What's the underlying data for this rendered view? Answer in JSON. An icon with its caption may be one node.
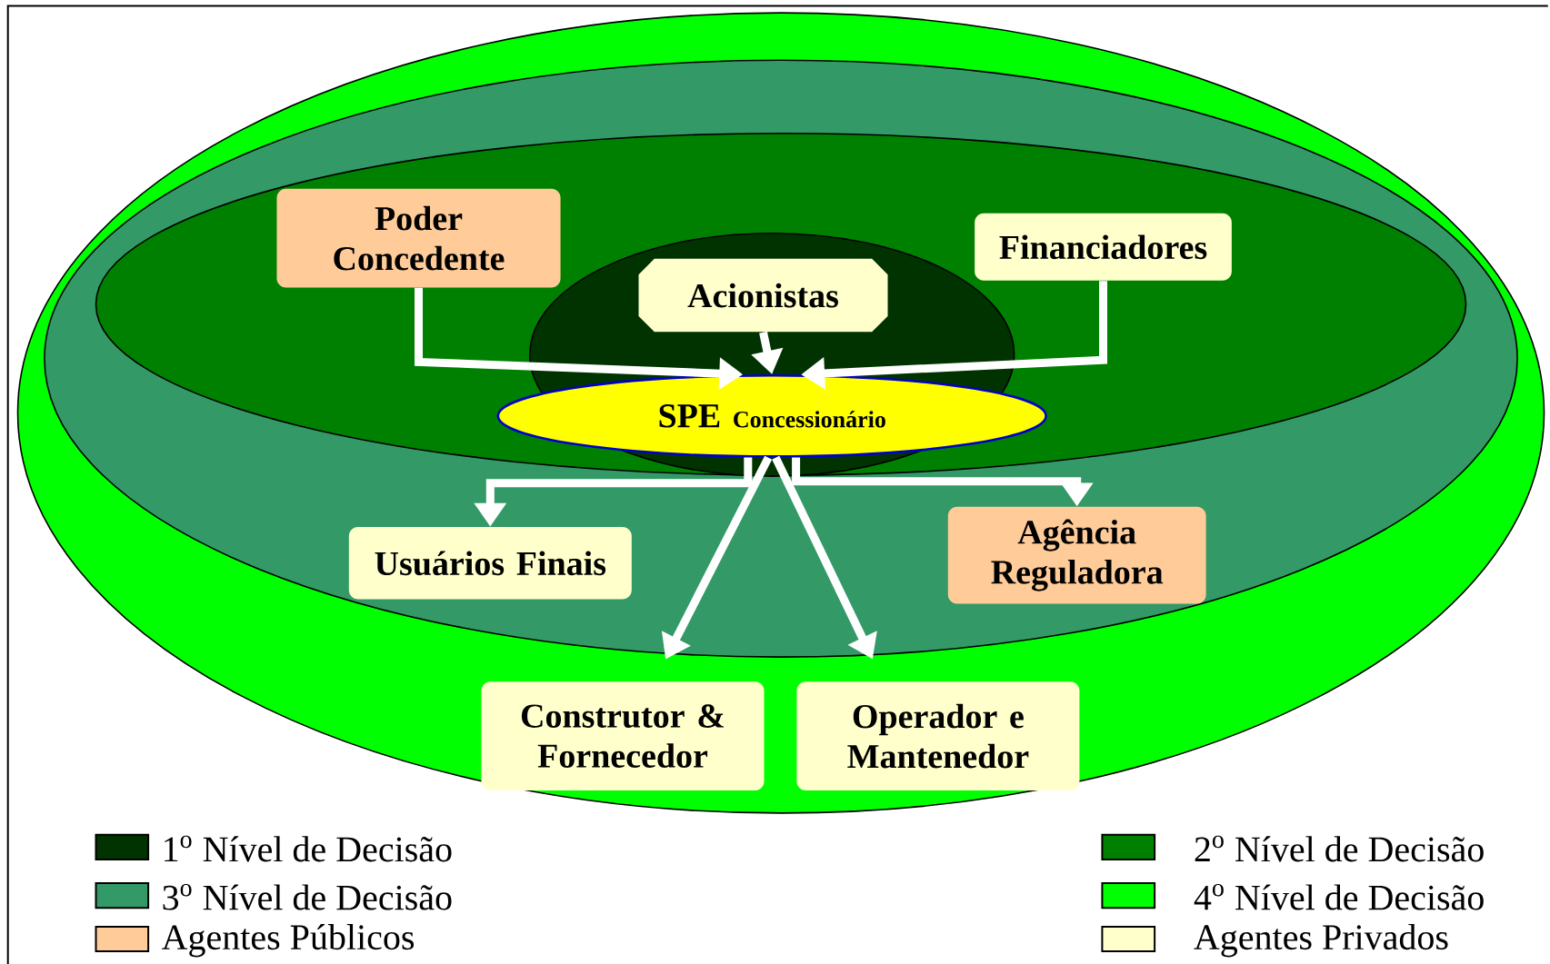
{
  "diagram": {
    "nodes": [
      {
        "text": [
          "Poder Concedente"
        ]
      },
      {
        "text": [
          "Acionistas"
        ]
      },
      {
        "text": [
          "Financiadores"
        ]
      },
      {
        "text": [
          "SPE",
          "Concessionário"
        ]
      },
      {
        "text": [
          "Usuários Finais"
        ]
      },
      {
        "text": [
          "Agência Reguladora"
        ]
      },
      {
        "text": [
          "Construtor & Fornecedor"
        ]
      },
      {
        "text": [
          "Operador e Mantenedor"
        ]
      }
    ],
    "edges": [
      {
        "from": 0,
        "to": 3,
        "arrow": "to"
      },
      {
        "from": 1,
        "to": 3,
        "arrow": "to"
      },
      {
        "from": 2,
        "to": 3,
        "arrow": "to"
      },
      {
        "from": 3,
        "to": 4,
        "arrow": "to"
      },
      {
        "from": 3,
        "to": 5,
        "arrow": "to"
      },
      {
        "from": 3,
        "to": 6,
        "arrow": "to"
      },
      {
        "from": 3,
        "to": 7,
        "arrow": "to"
      }
    ],
    "legend": [
      {
        "text": "1$^{o}$ Nível de Decisão",
        "color": "#003300"
      },
      {
        "text": "2$^{o}$ Nível de Decisão",
        "color": "#008000"
      },
      {
        "text": "3$^{o}$ Nível de Decisão",
        "color": "#339966"
      },
      {
        "text": "4$^{o}$ Nível de Decisão",
        "color": "#00ff00"
      },
      {
        "text": "Agentes Públicos",
        "color": "#ffcc99"
      },
      {
        "text": "Agentes Privados",
        "color": "#ffffcc"
      }
    ]
  }
}
